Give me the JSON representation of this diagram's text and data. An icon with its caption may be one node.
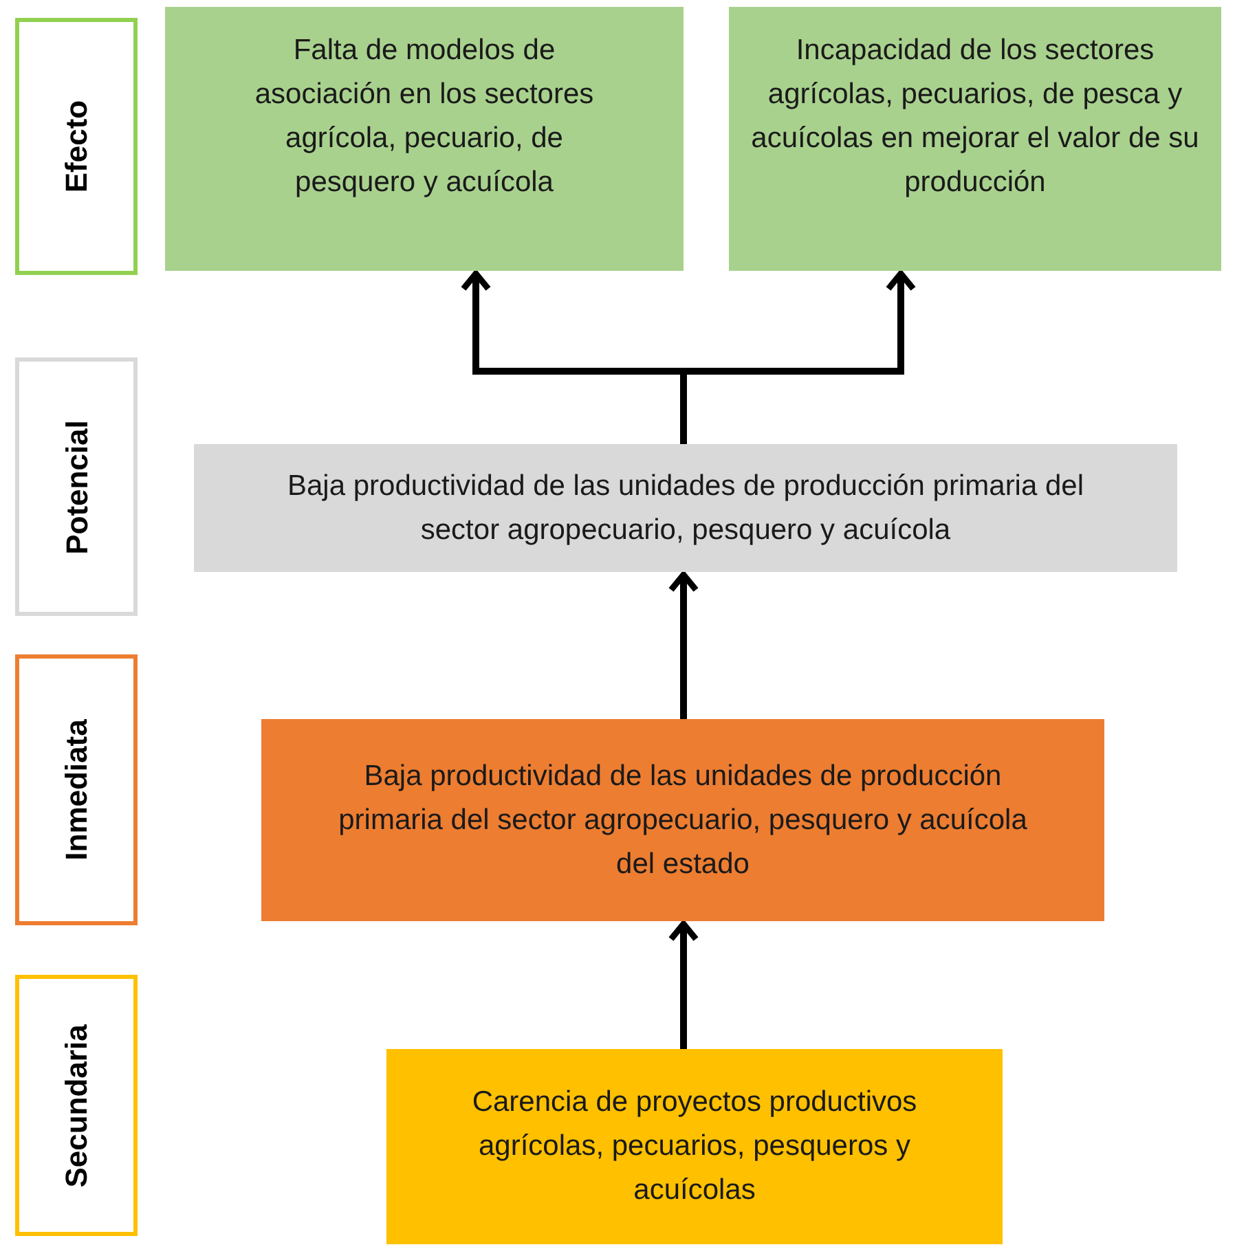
{
  "diagram": {
    "nodes": [
      {
        "text": [
          "Efecto"
        ]
      },
      {
        "text": [
          "Falta de modelos de asociación en los sectores agrícola, pecuario, de pesquero y acuícola"
        ]
      },
      {
        "text": [
          "Incapacidad de los sectores agrícolas, pecuarios, de pesca y acuícolas en mejorar el valor de su producción"
        ]
      },
      {
        "text": [
          "Potencial"
        ]
      },
      {
        "text": [
          "Baja productividad de las unidades de producción primaria del sector agropecuario, pesquero y acuícola"
        ]
      },
      {
        "text": [
          "Inmediata"
        ]
      },
      {
        "text": [
          "Baja productividad de las unidades de producción primaria del sector agropecuario, pesquero y acuícola del estado"
        ]
      },
      {
        "text": [
          "Secundaria"
        ]
      },
      {
        "text": [
          "Carencia de proyectos productivos agrícolas, pecuarios, pesqueros y acuícolas"
        ]
      }
    ],
    "edges": [
      {
        "from": 4,
        "to": 1,
        "arrow": "to"
      },
      {
        "from": 4,
        "to": 2,
        "arrow": "to"
      },
      {
        "from": 6,
        "to": 4,
        "arrow": "to"
      },
      {
        "from": 8,
        "to": 6,
        "arrow": "to"
      }
    ]
  }
}
